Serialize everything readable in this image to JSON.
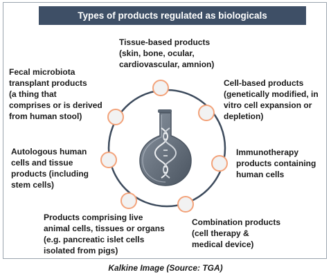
{
  "title": "Types of products regulated as biologicals",
  "caption": "Kalkine Image (Source: TGA)",
  "colors": {
    "title_bg": "#3e4f66",
    "ring": "#3c4a5c",
    "node_fill": "#f2f2f2",
    "node_stroke": "#f3a279",
    "flask": "#5b6673"
  },
  "center_icon": "flask-with-dna-icon",
  "labels": {
    "tissue": "Tissue-based products\n(skin, bone, ocular,\ncardiovascular, amnion)",
    "cell": "Cell-based products\n(genetically modified, in\nvitro cell expansion or\ndepletion)",
    "immuno": "Immunotherapy\nproducts containing\nhuman cells",
    "combination": "Combination products\n(cell therapy &\nmedical device)",
    "animal": "Products comprising live\nanimal cells, tissues or organs\n(e.g. pancreatic islet cells\nisolated from pigs)",
    "autologous": "Autologous human\ncells and tissue\nproducts (including\nstem cells)",
    "fecal": "Fecal microbiota\ntransplant products\n (a thing that\ncomprises or is derived\nfrom human stool)"
  }
}
